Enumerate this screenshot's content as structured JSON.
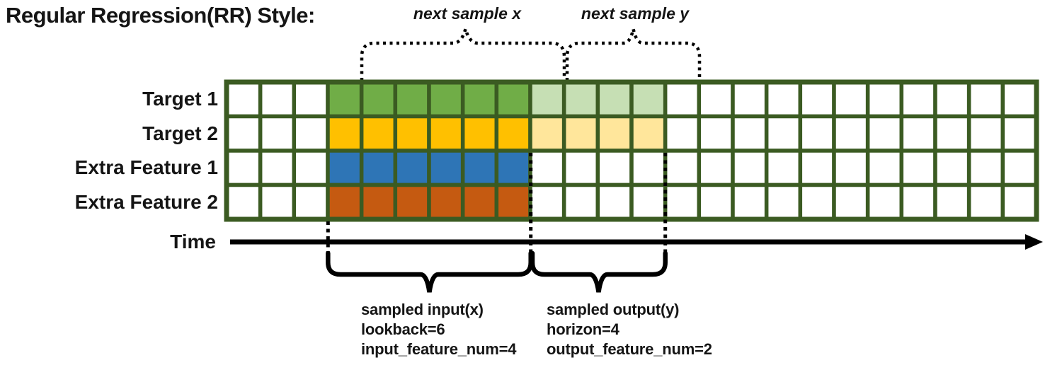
{
  "title": "Regular Regression(RR) Style:",
  "annotations": {
    "next_sample_x": "next sample x",
    "next_sample_y": "next sample y"
  },
  "rows": [
    {
      "label": "Target 1"
    },
    {
      "label": "Target 2"
    },
    {
      "label": "Extra Feature 1"
    },
    {
      "label": "Extra Feature 2"
    }
  ],
  "time_label": "Time",
  "grid": {
    "columns": 24,
    "row_count": 4,
    "input_start_col": 3,
    "lookback": 6,
    "horizon": 4,
    "colors": {
      "border": "#3B5B22",
      "empty": "#FFFFFF",
      "row_fills": [
        "#70AD47",
        "#FFC000",
        "#2E75B6",
        "#C55A11"
      ],
      "row_fills_light": [
        "#C6DFB4",
        "#FFE69B",
        null,
        null
      ]
    }
  },
  "sampled_input": {
    "lines": [
      "sampled input(x)",
      "lookback=6",
      "input_feature_num=4"
    ]
  },
  "sampled_output": {
    "lines": [
      "sampled output(y)",
      "horizon=4",
      "output_feature_num=2"
    ]
  }
}
